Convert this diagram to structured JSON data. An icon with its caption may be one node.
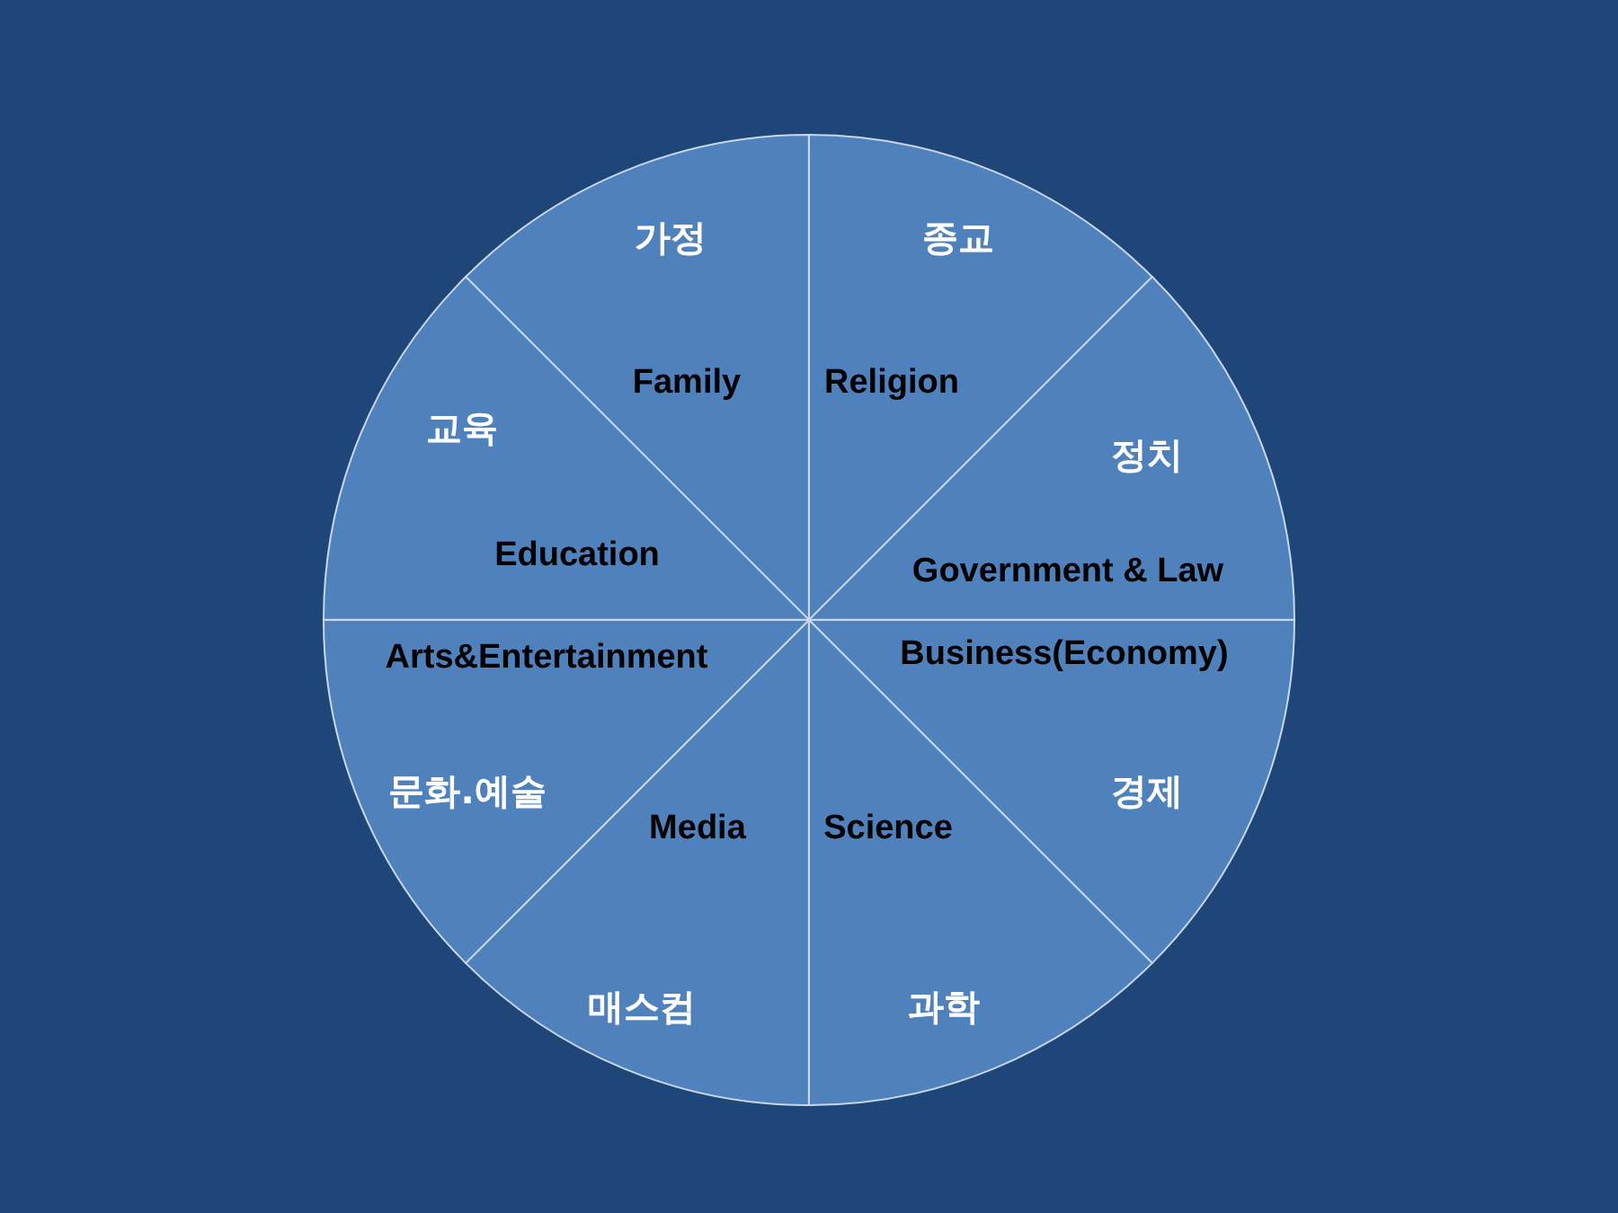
{
  "diagram": {
    "nodes": [
      {
        "text": [
          "가정",
          "Family"
        ]
      },
      {
        "text": [
          "종교",
          "Religion"
        ]
      },
      {
        "text": [
          "정치",
          "Government & Law"
        ]
      },
      {
        "text": [
          "Business(Economy)",
          "경제"
        ]
      },
      {
        "text": [
          "Science",
          "과학"
        ]
      },
      {
        "text": [
          "Media",
          "매스컴"
        ]
      },
      {
        "text": [
          "Arts&Entertainment",
          "문화.예술"
        ]
      },
      {
        "text": [
          "교육",
          "Education"
        ]
      }
    ]
  }
}
